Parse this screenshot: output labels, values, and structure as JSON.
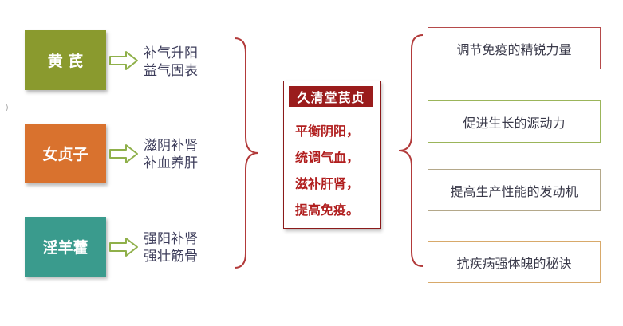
{
  "herbs": [
    {
      "name": "黄 芪",
      "color": "#8a9a2e",
      "effects": [
        "补气升阳",
        "益气固表"
      ]
    },
    {
      "name": "女贞子",
      "color": "#d9722e",
      "effects": [
        "滋阴补肾",
        "补血养肝"
      ]
    },
    {
      "name": "淫羊藿",
      "color": "#3a9b8d",
      "effects": [
        "强阳补肾",
        "强壮筋骨"
      ]
    }
  ],
  "brand": "久清堂芪贞",
  "claims": [
    "平衡阴阳，",
    "统调气血，",
    "滋补肝肾，",
    "提高免疫。"
  ],
  "benefits": [
    {
      "text": "调节免疫的精锐力量",
      "border_color": "#b54a4a"
    },
    {
      "text": "促进生长的源动力",
      "border_color": "#9bb55a"
    },
    {
      "text": "提高生产性能的发动机",
      "border_color": "#b4a88a"
    },
    {
      "text": "抗疾病强体魄的秘诀",
      "border_color": "#d8a96a"
    }
  ],
  "colors": {
    "bracket": "#b23a3a",
    "arrow_stroke": "#8fb04a",
    "claim_text": "#b11f1f",
    "brand_bg": "#9a1c1c"
  },
  "stray_mark": ")"
}
